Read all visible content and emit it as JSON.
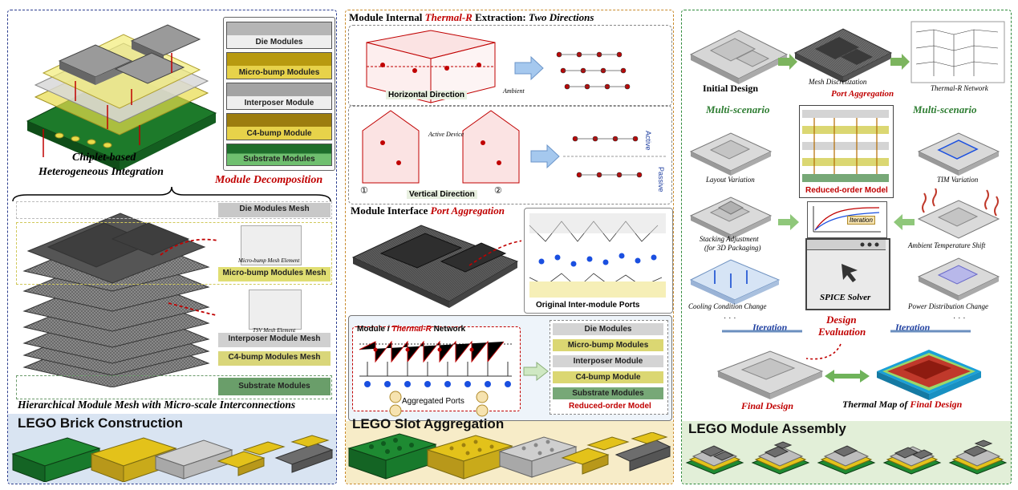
{
  "panel1": {
    "module_labels": [
      "Die Modules",
      "Micro-bump Modules",
      "Interposer Module",
      "C4-bump Module",
      "Substrate Modules"
    ],
    "chiplet_title_line1": "Chiplet-based",
    "chiplet_title_line2": "Heterogeneous Integration",
    "decomposition": "Module Decomposition",
    "mesh_labels": [
      "Die Modules Mesh",
      "Micro-bump Modules Mesh",
      "Interposer Module Mesh",
      "C4-bump Modules Mesh",
      "Substrate Modules"
    ],
    "micro_element": "Micro-bump Mesh Element",
    "tsv_element": "TSV Mesh Element",
    "hier_caption": "Hierarchical Module Mesh with Micro-scale Interconnections",
    "lego_title": "LEGO Brick Construction"
  },
  "panel2": {
    "title_prefix": "Module Internal ",
    "title_accent": "Thermal-R",
    "title_mid": " Extraction: ",
    "title_suffix": "Two Directions",
    "ambient": "Ambient",
    "horizontal": "Horizontal Direction",
    "active_device": "Active Device",
    "vertical": "Vertical Direction",
    "circled_1": "①",
    "circled_2": "②",
    "active": "Active",
    "passive": "Passive",
    "port_title_prefix": "Module Interface ",
    "port_title_accent": "Port Aggregation",
    "original_ports": "Original Inter-module Ports",
    "network_prefix": "Module ",
    "network_i": "i",
    "network_accent": " Thermal-R",
    "network_suffix": " Network",
    "aggregated_ports": "Aggregated Ports",
    "stack_labels": [
      "Die Modules",
      "Micro-bump Modules",
      "Interposer Module",
      "C4-bump Module",
      "Substrate Modules"
    ],
    "reduced_model": "Reduced-order Model",
    "lego_title": "LEGO Slot Aggregation"
  },
  "panel3": {
    "initial_design": "Initial Design",
    "mesh_discretization": "Mesh Discretization",
    "thermal_network": "Thermal-R Network",
    "port_aggregation": "Port Aggregation",
    "multi_left": "Multi-scenario",
    "multi_right": "Multi-scenario",
    "reduced_model": "Reduced-order Model",
    "layout_variation": "Layout Variation",
    "tim_variation": "TIM Variation",
    "stacking_line1": "Stacking Adjustment",
    "stacking_line2": "(for 3D Packaging)",
    "ambient_shift": "Ambient Temperature Shift",
    "iteration_tag": "Iteration",
    "spice_solver": "SPICE Solver",
    "cooling_change": "Cooling Condition Change",
    "power_change": "Power Distribution Change",
    "dots_left": "· · ·",
    "dots_right": "· · ·",
    "iteration_left": "Iteration",
    "iteration_right": "Iteration",
    "design_eval_line1": "Design",
    "design_eval_line2": "Evaluation",
    "final_design": "Final Design",
    "thermal_map_prefix": "Thermal Map of ",
    "thermal_map_accent": "Final Design",
    "lego_title": "LEGO Module Assembly"
  },
  "colors": {
    "accent_red": "#c00000",
    "blue_text": "#1f3fa0",
    "green_text": "#2e7d32",
    "lego_green": "#1e8a32",
    "lego_yellow": "#e3c21a",
    "lego_gray": "#bdbdbd",
    "lego_dark": "#6d6d6d"
  }
}
